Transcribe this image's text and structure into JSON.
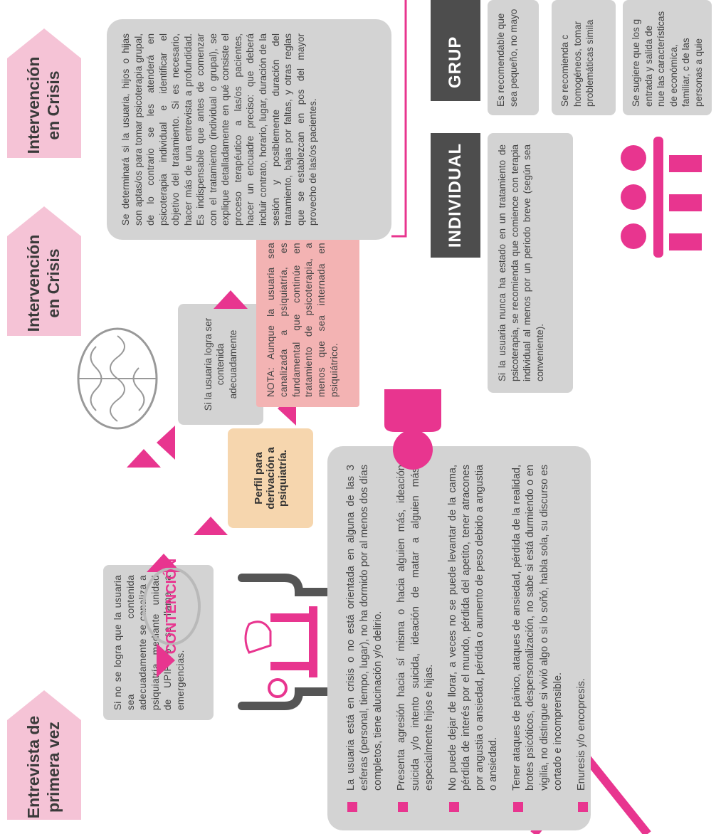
{
  "flow": {
    "entrevista": "Entrevista de primera vez",
    "crisis1": "Intervención en Crisis",
    "crisis2": "Intervención en Crisis"
  },
  "contencion": "CONTENCIÓN",
  "no_logra": "Si no se logra que la usuaria sea contenida adecuadamente se canaliza a psiquiatría mediante unidad de UPIP o se llama a emergencias.",
  "logra": "Si la usuaria logra ser contenida adecuadamente",
  "perfil": "Perfil para derivación a psiquiatría.",
  "nota": "NOTA: Aunque la usuaria sea canalizada a psiquiatría, es fundamental que continúe en tratamiento de psicoterapia, a menos que sea internada en psiquiátrico.",
  "evaluacion": "Se determinará si la usuaria, hijos o hijas son aptas/os para tomar psicoterapia grupal, de lo contrario se les atenderá en psicoterapia individual e identificar el objetivo del tratamiento. Si es necesario, hacer más de una entrevista a profundidad. Es indispensable que antes de comenzar con el tratamiento (individual o grupal), se explique detalladamente en qué consiste el proceso terapéutico a las/os pacientes, hacer un encuadre preciso: que deberá incluir contrato, horario, lugar, duración de la sesión y posiblemente duración del tratamiento, bajas por faltas, y otras reglas que se establezcan en pos del mayor provecho de las/os pacientes.",
  "criterios": [
    "La usuaria está en crisis o no está orientada en alguna de las 3 esferas (personal, tiempo, lugar), no ha dormido por al menos dos días completos, tiene alucinación y/o delirio.",
    "Presenta agresión hacia sí misma o hacia alguien más, ideación suicida y/o intento suicida, ideación de matar a alguien más, especialmente hijos e hijas.",
    "No puede dejar de llorar, a veces no se puede levantar de la cama, pérdida de interés por el mundo, pérdida del apetito, tener atracones por angustia o ansiedad, pérdida o aumento de peso debido a angustia o ansiedad.",
    "Tener ataques de pánico, ataques de ansiedad, pérdida de la realidad, brotes psicóticos, despersonalización, no sabe si está durmiendo o en vigilia, no distingue si vivió algo o si lo soñó, habla sola, su discurso es cortado e incomprensible.",
    "Enuresis y/o encopresis."
  ],
  "individual": {
    "title": "INDIVIDUAL",
    "text": "Si la usuaria nunca ha estado en un tratamiento de psicoterapia, se recomienda que comience con terapia individual al menos por un periodo breve (según sea conveniente)."
  },
  "grupal": {
    "title": "GRUP",
    "items": [
      "Es recomendable que sea pequeño, no mayo",
      "Se recomienda c homogéneos, tomar problemáticas simila",
      "Se sugiere que los g entrada y salida de nue las características de económica, familiar, c de las personas a quie"
    ]
  },
  "colors": {
    "accent": "#e8358f",
    "flow_fill": "#f5c3d6",
    "gray_box": "#d3d3d3",
    "dark_bar": "#4d4d4d",
    "nota_fill": "#f3b3b3",
    "perfil_fill": "#f6d6ae"
  },
  "icons": [
    "brain-icon",
    "two-people-talking-icon",
    "single-person-icon",
    "group-people-icon"
  ]
}
